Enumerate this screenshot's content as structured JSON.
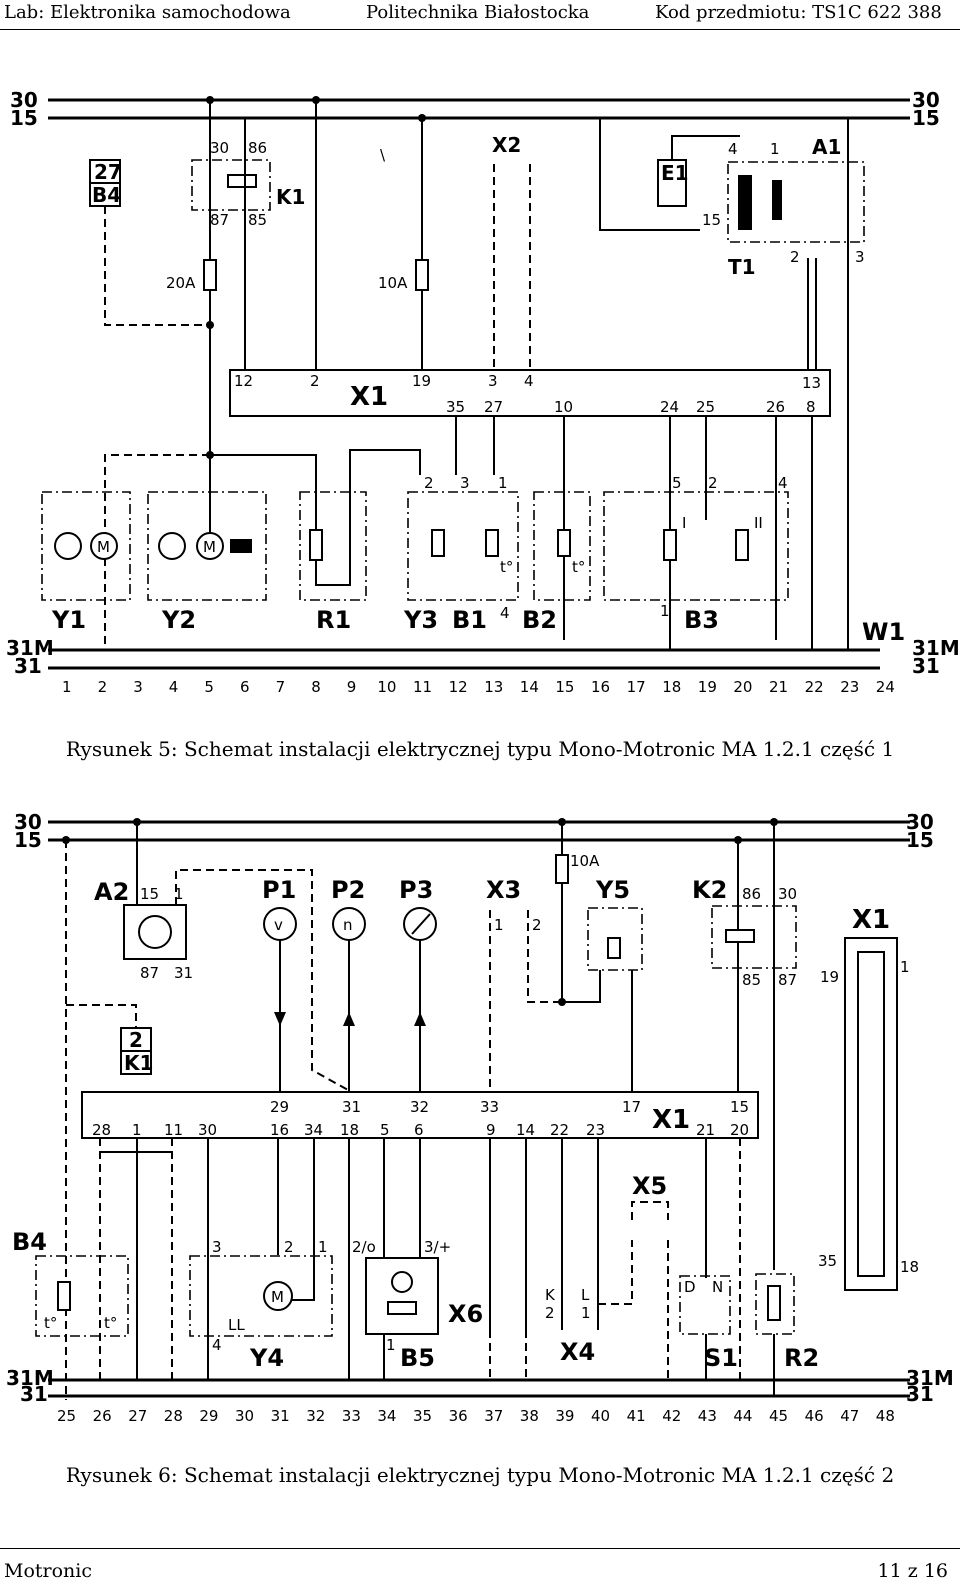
{
  "header": {
    "left": "Lab: Elektronika samochodowa",
    "center": "Politechnika Białostocka",
    "right": "Kod przedmiotu: TS1C 622 388"
  },
  "figure5": {
    "caption": "Rysunek 5: Schemat instalacji elektrycznej typu Mono-Motronic MA 1.2.1 część 1",
    "bus_labels": {
      "b30": "30",
      "b15": "15",
      "b31m": "31M",
      "b31": "31"
    },
    "components": {
      "k1": "K1",
      "x1": "X1",
      "x2": "X2",
      "a1": "A1",
      "t1": "T1",
      "e1": "E1",
      "y1": "Y1",
      "y2": "Y2",
      "r1": "R1",
      "y3": "Y3",
      "b1": "B1",
      "b2": "B2",
      "b3": "B3",
      "w1": "W1",
      "ref_top": "27",
      "ref_bottom": "B4",
      "fuse1": "20A",
      "fuse2": "10A",
      "mark": "\\"
    },
    "pins": {
      "k1_30": "30",
      "k1_86": "86",
      "k1_87": "87",
      "k1_85": "85",
      "x1_12": "12",
      "x1_2": "2",
      "x1_19": "19",
      "x1_3": "3",
      "x1_4": "4",
      "x1_13": "13",
      "x1_35": "35",
      "x1_27": "27",
      "x1_10": "10",
      "x1_24": "24",
      "x1_25": "25",
      "x1_26": "26",
      "x1_8": "8",
      "t1_4": "4",
      "t1_1": "1",
      "t1_15": "15",
      "t1_2": "2",
      "t1_3": "3",
      "y3_2": "2",
      "y3_3": "3",
      "b1_1": "1",
      "b1_4": "4",
      "b3_5": "5",
      "b3_2": "2",
      "b3_4": "4",
      "b3_1": "1",
      "t_sym1": "t°",
      "t_sym2": "t°",
      "b3_I": "I",
      "b3_II": "II"
    },
    "columns": [
      "1",
      "2",
      "3",
      "4",
      "5",
      "6",
      "7",
      "8",
      "9",
      "10",
      "11",
      "12",
      "13",
      "14",
      "15",
      "16",
      "17",
      "18",
      "19",
      "20",
      "21",
      "22",
      "23",
      "24"
    ]
  },
  "figure6": {
    "caption": "Rysunek 6: Schemat instalacji elektrycznej typu Mono-Motronic MA 1.2.1 część 2",
    "bus_labels": {
      "b30": "30",
      "b15": "15",
      "b31m": "31M",
      "b31": "31"
    },
    "components": {
      "a2": "A2",
      "p1": "P1",
      "p2": "P2",
      "p3": "P3",
      "x3": "X3",
      "y5": "Y5",
      "k2": "K2",
      "x1": "X1",
      "x1_conn": "X1",
      "b4": "B4",
      "y4": "Y4",
      "b5": "B5",
      "x6": "X6",
      "x4": "X4",
      "x5": "X5",
      "s1": "S1",
      "r2": "R2",
      "ref_top": "2",
      "ref_bottom": "K1",
      "fuse": "10A"
    },
    "pins": {
      "a2_15": "15",
      "a2_1": "1",
      "a2_87": "87",
      "a2_31": "31",
      "p1_sym": "v",
      "p2_sym": "n",
      "x3_1": "1",
      "x3_2": "2",
      "k2_86": "86",
      "k2_30": "30",
      "k2_85": "85",
      "k2_87": "87",
      "x1_29": "29",
      "x1_31": "31",
      "x1_32": "32",
      "x1_33": "33",
      "x1_17": "17",
      "x1_15": "15",
      "x1_28": "28",
      "x1_1": "1",
      "x1_11": "11",
      "x1_30": "30",
      "x1_16": "16",
      "x1_34": "34",
      "x1_18": "18",
      "x1_5": "5",
      "x1_6": "6",
      "x1_9": "9",
      "x1_14": "14",
      "x1_22": "22",
      "x1_23": "23",
      "x1_21": "21",
      "x1_20": "20",
      "y4_3": "3",
      "y4_2": "2",
      "y4_1": "1",
      "y4_4": "4",
      "y4_ll": "LL",
      "b5_2o": "2/o",
      "b5_3p": "3/+",
      "b5_1": "1",
      "x4_k": "K",
      "x4_2": "2",
      "x4_l": "L",
      "x4_1": "1",
      "s1_dn": "D",
      "s1_n": "N",
      "conn_19": "19",
      "conn_1": "1",
      "conn_35": "35",
      "conn_18": "18",
      "b4_t1": "t°",
      "b4_t2": "t°"
    },
    "columns": [
      "25",
      "26",
      "27",
      "28",
      "29",
      "30",
      "31",
      "32",
      "33",
      "34",
      "35",
      "36",
      "37",
      "38",
      "39",
      "40",
      "41",
      "42",
      "43",
      "44",
      "45",
      "46",
      "47",
      "48"
    ]
  },
  "footer": {
    "left": "Motronic",
    "right": "11 z 16"
  }
}
